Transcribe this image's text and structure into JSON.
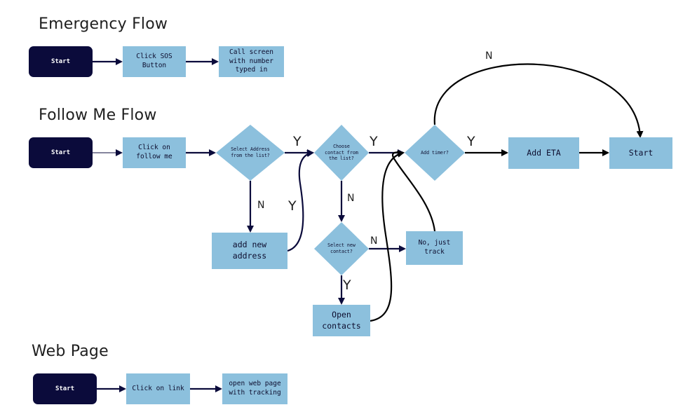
{
  "headings": {
    "emergency": "Emergency Flow",
    "follow": "Follow Me Flow",
    "web": "Web Page"
  },
  "emergency": {
    "start": "Start",
    "sos": "Click SOS Button",
    "call": "Call screen with number typed in"
  },
  "follow": {
    "start": "Start",
    "click_follow": "Click on follow me",
    "select_address": "Select Address from the list?",
    "choose_contact": "Choose contact from the list?",
    "add_timer": "Add timer?",
    "add_eta": "Add ETA",
    "end_start": "Start",
    "add_new_address": "add new address",
    "select_new_contact": "Select new contact?",
    "no_just_track": "No, just track",
    "open_contacts": "Open contacts"
  },
  "labels": {
    "y_address": "Y",
    "n_address": "N",
    "y_new_address": "Y",
    "y_contact": "Y",
    "n_contact": "N",
    "n_new_contact": "N",
    "y_new_contact": "Y",
    "y_timer": "Y",
    "n_timer": "N"
  },
  "web": {
    "start": "Start",
    "click_link": "Click on link",
    "open_page": "open web page with tracking"
  },
  "colors": {
    "start_fill": "#0b0b3b",
    "process_fill": "#8cc0dd",
    "connector": "#0b0b3b",
    "curve": "#000000"
  }
}
